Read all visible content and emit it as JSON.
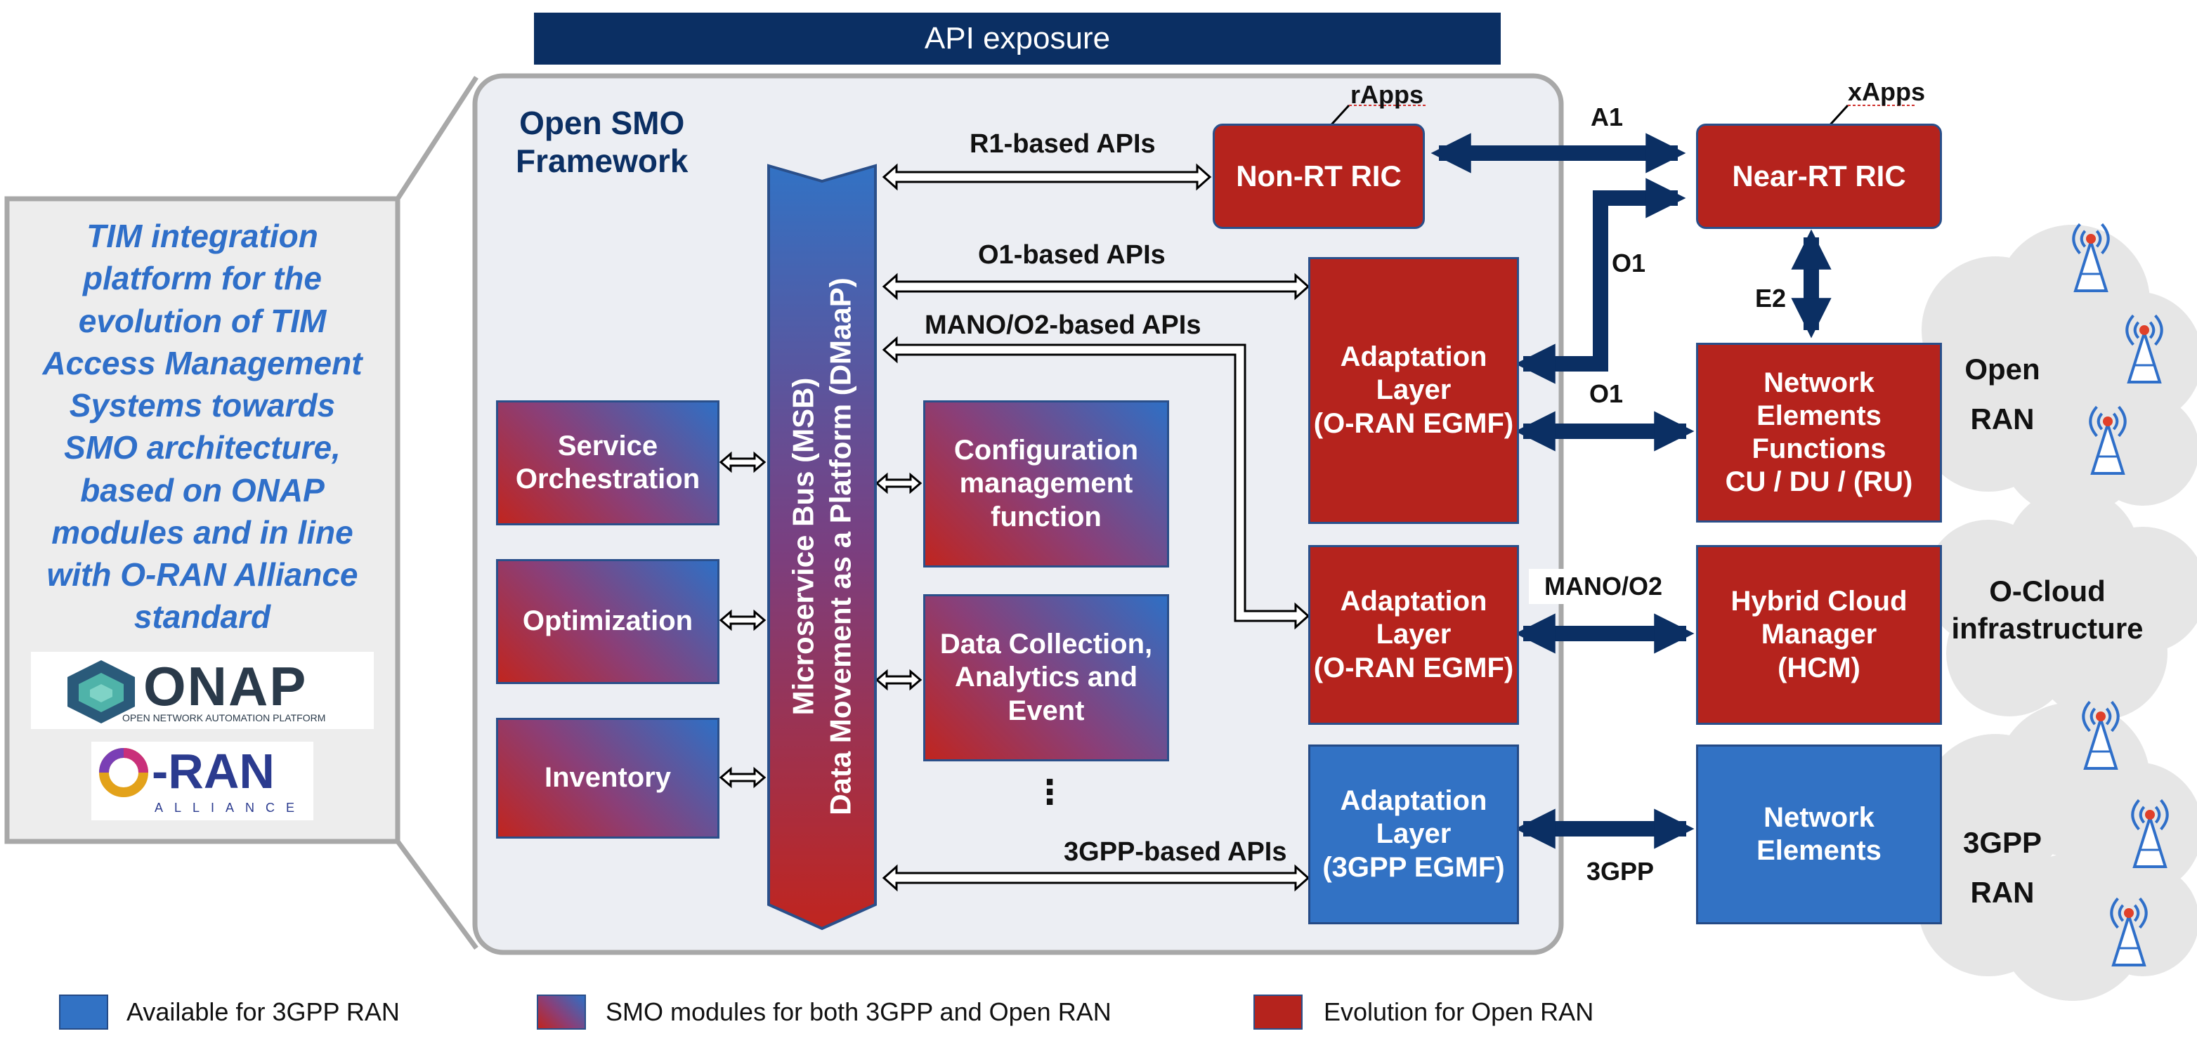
{
  "header": {
    "api_exposure": "API exposure"
  },
  "left_panel": {
    "description": "TIM integration\nplatform for the\nevolution of TIM\nAccess Management\nSystems towards\nSMO architecture,\nbased on ONAP\nmodules and in line\nwith O-RAN Alliance\nstandard",
    "onap_logo_text": "ONAP",
    "onap_logo_subtitle": "OPEN NETWORK AUTOMATION PLATFORM",
    "oran_logo_text": "-RAN",
    "oran_logo_subtitle": "ALLIANCE"
  },
  "smo": {
    "title": "Open SMO\nFramework",
    "bus": "Microservice Bus (MSB)\nData Movement as a Platform (DMaaP)",
    "modules_left": [
      "Service\nOrchestration",
      "Optimization",
      "Inventory"
    ],
    "modules_right": [
      "Configuration\nmanagement\nfunction",
      "Data Collection,\nAnalytics and\nEvent"
    ],
    "ellipsis": "⋮",
    "api_labels": {
      "r1": "R1-based APIs",
      "o1": "O1-based APIs",
      "mano": "MANO/O2-based APIs",
      "gpp": "3GPP-based APIs"
    }
  },
  "nodes": {
    "non_rt_ric": "Non-RT RIC",
    "near_rt_ric": "Near-RT RIC",
    "rapps": "rApps",
    "xapps": "xApps",
    "adapt1": "Adaptation\nLayer\n(O-RAN EGMF)",
    "adapt2": "Adaptation\nLayer\n(O-RAN EGMF)",
    "adapt3": "Adaptation\nLayer\n(3GPP EGMF)",
    "nef": "Network\nElements\nFunctions\nCU / DU / (RU)",
    "hcm": "Hybrid Cloud\nManager\n(HCM)",
    "ne": "Network\nElements"
  },
  "interfaces": {
    "a1": "A1",
    "o1_top": "O1",
    "e2": "E2",
    "o1_mid": "O1",
    "mano_o2": "MANO/O2",
    "gpp": "3GPP"
  },
  "clouds": {
    "open_ran": "Open\nRAN",
    "ocloud": "O-Cloud\ninfrastructure",
    "gpp_ran": "3GPP\nRAN"
  },
  "legend": [
    {
      "label": "Available for 3GPP RAN",
      "color": "#3272c4"
    },
    {
      "label": "SMO modules for both 3GPP and Open RAN",
      "color": "gradient"
    },
    {
      "label": "Evolution for Open RAN",
      "color": "#b5231d"
    }
  ],
  "colors": {
    "accent_blue": "#3272c4",
    "accent_red": "#b5231d",
    "navy": "#0b2f63",
    "text_blue": "#2f6fc9"
  }
}
